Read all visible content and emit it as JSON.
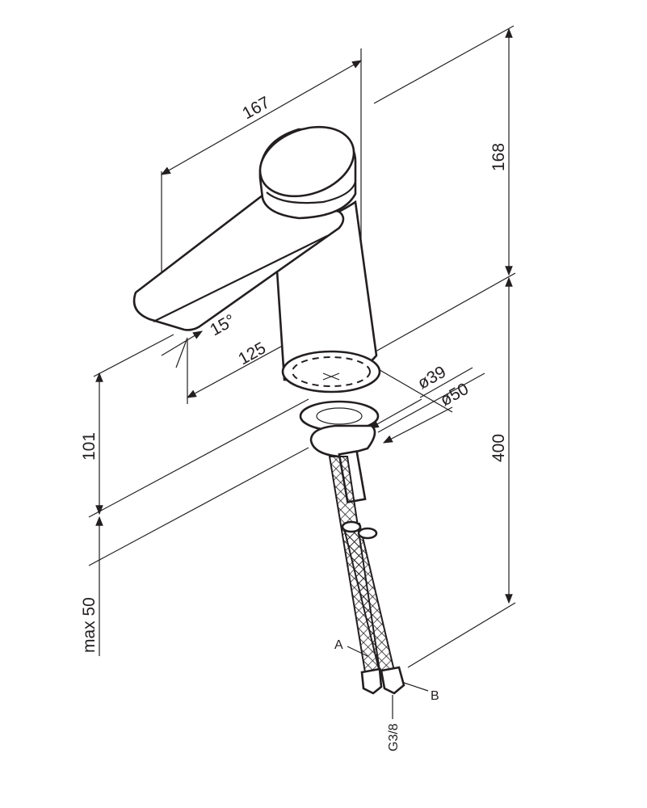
{
  "title": "Faucet dimension drawing",
  "dimensions": {
    "spout_length": "167",
    "height_above_base": "168",
    "angle": "15°",
    "spout_reach": "125",
    "base_diameter_inner": "ø39",
    "base_diameter_outer": "ø50",
    "deck_height": "101",
    "hose_length": "400",
    "max_deck_thickness": "max 50"
  },
  "connections": {
    "label_a": "A",
    "label_b": "B",
    "thread": "G3/8"
  }
}
